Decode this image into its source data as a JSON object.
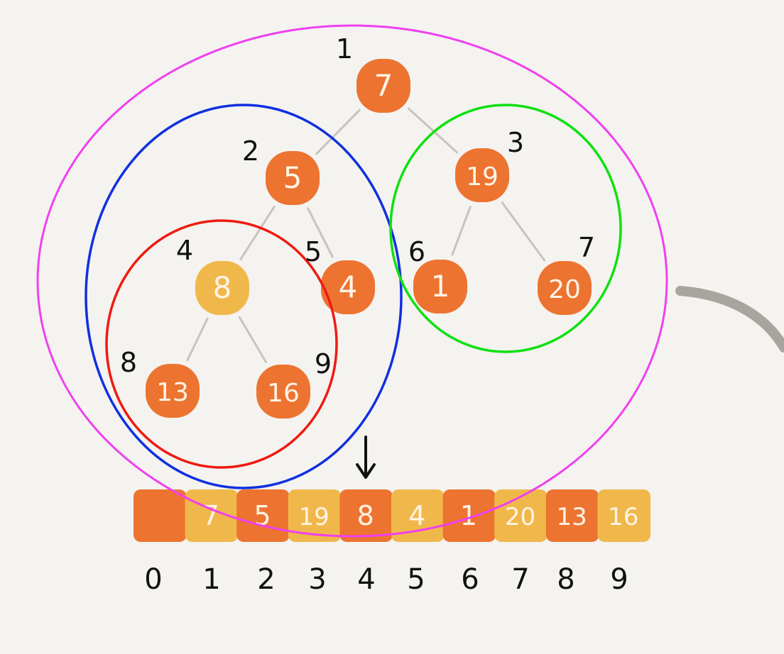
{
  "colors": {
    "background": "#f4f3f0",
    "node_dark": "#ec7430",
    "node_light": "#f0b84a",
    "edge": "#c7c4be",
    "label": "#111111",
    "node_text": "#fff3e6",
    "outline_magenta": "#f040f0",
    "outline_blue": "#1030e0",
    "outline_green": "#10e010",
    "outline_red": "#f01a10",
    "curve": "#a8a59f"
  },
  "nodes": [
    {
      "index": "1",
      "value": "7",
      "fill": "dark"
    },
    {
      "index": "2",
      "value": "5",
      "fill": "dark"
    },
    {
      "index": "3",
      "value": "19",
      "fill": "dark"
    },
    {
      "index": "4",
      "value": "8",
      "fill": "light"
    },
    {
      "index": "5",
      "value": "4",
      "fill": "dark"
    },
    {
      "index": "6",
      "value": "1",
      "fill": "dark"
    },
    {
      "index": "7",
      "value": "20",
      "fill": "dark"
    },
    {
      "index": "8",
      "value": "13",
      "fill": "dark"
    },
    {
      "index": "9",
      "value": "16",
      "fill": "dark"
    }
  ],
  "edges": [
    [
      "1",
      "2"
    ],
    [
      "1",
      "3"
    ],
    [
      "2",
      "4"
    ],
    [
      "2",
      "5"
    ],
    [
      "3",
      "6"
    ],
    [
      "3",
      "7"
    ],
    [
      "4",
      "8"
    ],
    [
      "4",
      "9"
    ]
  ],
  "array": {
    "cells": [
      {
        "value": "",
        "fill": "dark"
      },
      {
        "value": "7",
        "fill": "light"
      },
      {
        "value": "5",
        "fill": "dark"
      },
      {
        "value": "19",
        "fill": "light"
      },
      {
        "value": "8",
        "fill": "dark"
      },
      {
        "value": "4",
        "fill": "light"
      },
      {
        "value": "1",
        "fill": "dark"
      },
      {
        "value": "20",
        "fill": "light"
      },
      {
        "value": "13",
        "fill": "dark"
      },
      {
        "value": "16",
        "fill": "light"
      }
    ],
    "indices": [
      "0",
      "1",
      "2",
      "3",
      "4",
      "5",
      "6",
      "7",
      "8",
      "9"
    ]
  },
  "pointer_icon": "down-arrow-icon"
}
